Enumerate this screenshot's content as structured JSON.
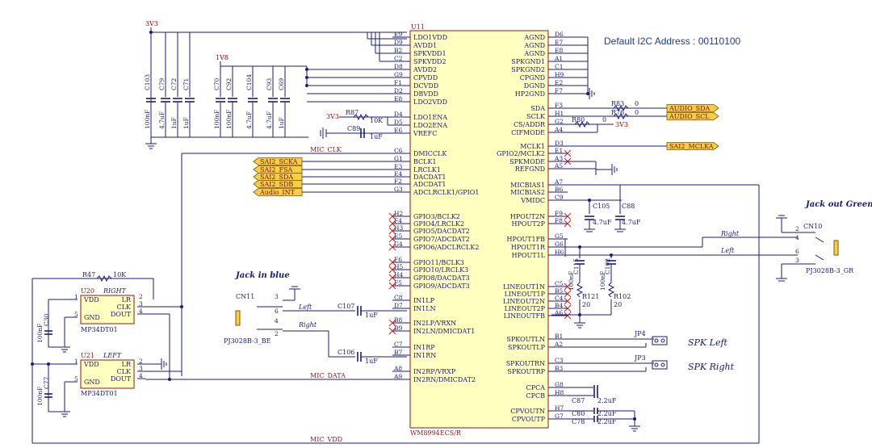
{
  "u11": {
    "ref": "U11",
    "part": "WM8994ECS/R",
    "left": [
      {
        "ball": "E9",
        "name": "LDO1VDD"
      },
      {
        "ball": "D9",
        "name": "AVDD1"
      },
      {
        "ball": "B2",
        "name": "SPKVDD1"
      },
      {
        "ball": "C2",
        "name": "SPKVDD2"
      },
      {
        "ball": "D8",
        "name": "AVDD2"
      },
      {
        "ball": "G9",
        "name": "CPVDD"
      },
      {
        "ball": "F1",
        "name": "DCVDD"
      },
      {
        "ball": "D2",
        "name": "DBVDD"
      },
      {
        "ball": "E8",
        "name": "LDO2VDD"
      },
      {
        "ball": "D4",
        "name": "LDO1ENA"
      },
      {
        "ball": "D5",
        "name": "LDO2ENA"
      },
      {
        "ball": "E6",
        "name": "VREFC"
      },
      {
        "ball": "C6",
        "name": "DMICCLK"
      },
      {
        "ball": "G1",
        "name": "BCLK1"
      },
      {
        "ball": "E3",
        "name": "LRCLK1"
      },
      {
        "ball": "E4",
        "name": "DACDAT1"
      },
      {
        "ball": "F2",
        "name": "ADCDAT1"
      },
      {
        "ball": "G3",
        "name": "ADCLRCLK1/GPIO1"
      },
      {
        "ball": "H2",
        "name": "GPIO3/BCLK2"
      },
      {
        "ball": "F4",
        "name": "GPIO4/LRCLK2"
      },
      {
        "ball": "H3",
        "name": "GPIO5/DACDAT2"
      },
      {
        "ball": "E5",
        "name": "GPIO7/ADCDAT2"
      },
      {
        "ball": "G4",
        "name": "GPIO6/ADCLRCLK2"
      },
      {
        "ball": "F6",
        "name": "GPIO11/BCLK3"
      },
      {
        "ball": "H5",
        "name": "GPIO10/LRCLK3"
      },
      {
        "ball": "H4",
        "name": "GPIO8/DACDAT3"
      },
      {
        "ball": "F5",
        "name": "GPIO9/ADCDAT3"
      },
      {
        "ball": "C8",
        "name": "IN1LP"
      },
      {
        "ball": "D7",
        "name": "IN1LN"
      },
      {
        "ball": "B8",
        "name": "IN2LP/VRXN"
      },
      {
        "ball": "B9",
        "name": "IN2LN/DMICDAT1"
      },
      {
        "ball": "C7",
        "name": "IN1RP"
      },
      {
        "ball": "B7",
        "name": "IN1RN"
      },
      {
        "ball": "A8",
        "name": "IN2RP/VRXP"
      },
      {
        "ball": "A9",
        "name": "IN2RN/DMICDAT2"
      }
    ],
    "right": [
      {
        "ball": "D6",
        "name": "AGND"
      },
      {
        "ball": "E7",
        "name": "AGND"
      },
      {
        "ball": "E8",
        "name": "AGND"
      },
      {
        "ball": "A1",
        "name": "SPKGND1"
      },
      {
        "ball": "C1",
        "name": "SPKGND2"
      },
      {
        "ball": "H9",
        "name": "CPGND"
      },
      {
        "ball": "E2",
        "name": "DGND"
      },
      {
        "ball": "F7",
        "name": "HP2GND"
      },
      {
        "ball": "F3",
        "name": "SDA"
      },
      {
        "ball": "H1",
        "name": "SCLK"
      },
      {
        "ball": "G2",
        "name": "CS/ADDR"
      },
      {
        "ball": "A4",
        "name": "CIFMODE"
      },
      {
        "ball": "D3",
        "name": "MCLK1"
      },
      {
        "ball": "E1",
        "name": "GPIO2/MCLK2"
      },
      {
        "ball": "A3",
        "name": "SPKMODE"
      },
      {
        "ball": "A5",
        "name": "REFGND"
      },
      {
        "ball": "A7",
        "name": "MICBIAS1"
      },
      {
        "ball": "B6",
        "name": "MICBIAS2"
      },
      {
        "ball": "C9",
        "name": "VMIDC"
      },
      {
        "ball": "F9",
        "name": "HPOUT2N"
      },
      {
        "ball": "F8",
        "name": "HPOUT2P"
      },
      {
        "ball": "G5",
        "name": "HPOUT1FB"
      },
      {
        "ball": "G6",
        "name": "HPOUT1R"
      },
      {
        "ball": "H6",
        "name": "HPOUT1L"
      },
      {
        "ball": "C5",
        "name": "LINEOUT1N"
      },
      {
        "ball": "B5",
        "name": "LINEOUT1P"
      },
      {
        "ball": "C4",
        "name": "LINEOUT2N"
      },
      {
        "ball": "B4",
        "name": "LINEOUT2P"
      },
      {
        "ball": "A6",
        "name": "LINEOUTFB"
      },
      {
        "ball": "B1",
        "name": "SPKOUTLN"
      },
      {
        "ball": "A2",
        "name": "SPKOUTLP"
      },
      {
        "ball": "C3",
        "name": "SPKOUTRN"
      },
      {
        "ball": "B3",
        "name": "SPKOUTRP"
      },
      {
        "ball": "G8",
        "name": "CPCA"
      },
      {
        "ball": "H8",
        "name": "CPCB"
      },
      {
        "ball": "H7",
        "name": "CPVOUTN"
      },
      {
        "ball": "G7",
        "name": "CPVOUTP"
      }
    ]
  },
  "i2c_note": "Default I2C Address : 00110100",
  "power": {
    "v33": "3V3",
    "v18": "1V8"
  },
  "caps_top": [
    {
      "ref": "C103",
      "val": "100nF"
    },
    {
      "ref": "C79",
      "val": "4.7uF"
    },
    {
      "ref": "C72",
      "val": "1uF"
    },
    {
      "ref": "C71",
      "val": "1uF"
    },
    {
      "ref": "C70",
      "val": "100nF"
    },
    {
      "ref": "C92",
      "val": "100nF"
    },
    {
      "ref": "C104",
      "val": "4.7uF"
    },
    {
      "ref": "C93",
      "val": "4.7uF"
    },
    {
      "ref": "C69",
      "val": "1uF"
    }
  ],
  "r87": {
    "ref": "R87",
    "val": "10K"
  },
  "c89": {
    "ref": "C89",
    "val": "1uF"
  },
  "nets": {
    "mic_clk": "MIC_CLK",
    "mic_data": "MIC_DATA",
    "mic_vdd": "MIC_VDD"
  },
  "sai_labels": [
    "SAI2_SCKA",
    "SAI2_FSA",
    "SAI2_SDA",
    "SAI2_SDB",
    "Audio_INT"
  ],
  "audio_labels": [
    "AUDIO_SDA",
    "AUDIO_SCL"
  ],
  "mclk_label": "SAI2_MCLKA",
  "r83": {
    "ref": "R83",
    "val": "0"
  },
  "r76": {
    "ref": "R76",
    "val": "0"
  },
  "r80": {
    "ref": "R80",
    "val": "0"
  },
  "c105": {
    "ref": "C105",
    "val": "4.7uF"
  },
  "c88": {
    "ref": "C88",
    "val": "4.7uF"
  },
  "c115": {
    "ref": "C115",
    "val": "100nF"
  },
  "c102": {
    "ref": "C102",
    "val": "100nF"
  },
  "r121": {
    "ref": "R121",
    "val": "20"
  },
  "r102": {
    "ref": "R102",
    "val": "20"
  },
  "jack_green": {
    "title": "Jack out Green",
    "ref": "CN10",
    "part": "PJ3028B-3_GR",
    "pins": [
      "2",
      "4",
      "6",
      "3"
    ],
    "right": "Right",
    "left": "Left"
  },
  "jack_blue": {
    "title": "Jack in blue",
    "ref": "CN11",
    "part": "PJ3028B-3_BE",
    "pins": [
      "3",
      "6",
      "4",
      "2"
    ],
    "left": "Left",
    "right": "Right"
  },
  "c107": {
    "ref": "C107",
    "val": "1uF"
  },
  "c106": {
    "ref": "C106",
    "val": "1uF"
  },
  "spk": {
    "jp4": "JP4",
    "jp3": "JP3",
    "left": "SPK Left",
    "right": "SPK Right"
  },
  "cp_caps": {
    "c87": {
      "ref": "C87",
      "val": "2.2uF"
    },
    "c80": {
      "ref": "C80",
      "val": "2.2uF"
    },
    "c78": {
      "ref": "C78",
      "val": "2.2uF"
    }
  },
  "mic_right": {
    "ref": "U20",
    "side": "RIGHT",
    "part": "MP34DT01",
    "pins": [
      "VDD",
      "GND",
      "LR",
      "CLK",
      "DOUT"
    ],
    "nums": [
      "1",
      "5",
      "2",
      "3",
      "4"
    ]
  },
  "mic_left": {
    "ref": "U21",
    "side": "LEFT",
    "part": "MP34DT01",
    "pins": [
      "VDD",
      "GND",
      "LR",
      "CLK",
      "DOUT"
    ],
    "nums": [
      "1",
      "5",
      "2",
      "3",
      "4"
    ]
  },
  "r47": {
    "ref": "R47",
    "val": "10K"
  },
  "c30": {
    "ref": "C30",
    "val": "100nF"
  },
  "c77": {
    "ref": "C77",
    "val": "100nF"
  }
}
